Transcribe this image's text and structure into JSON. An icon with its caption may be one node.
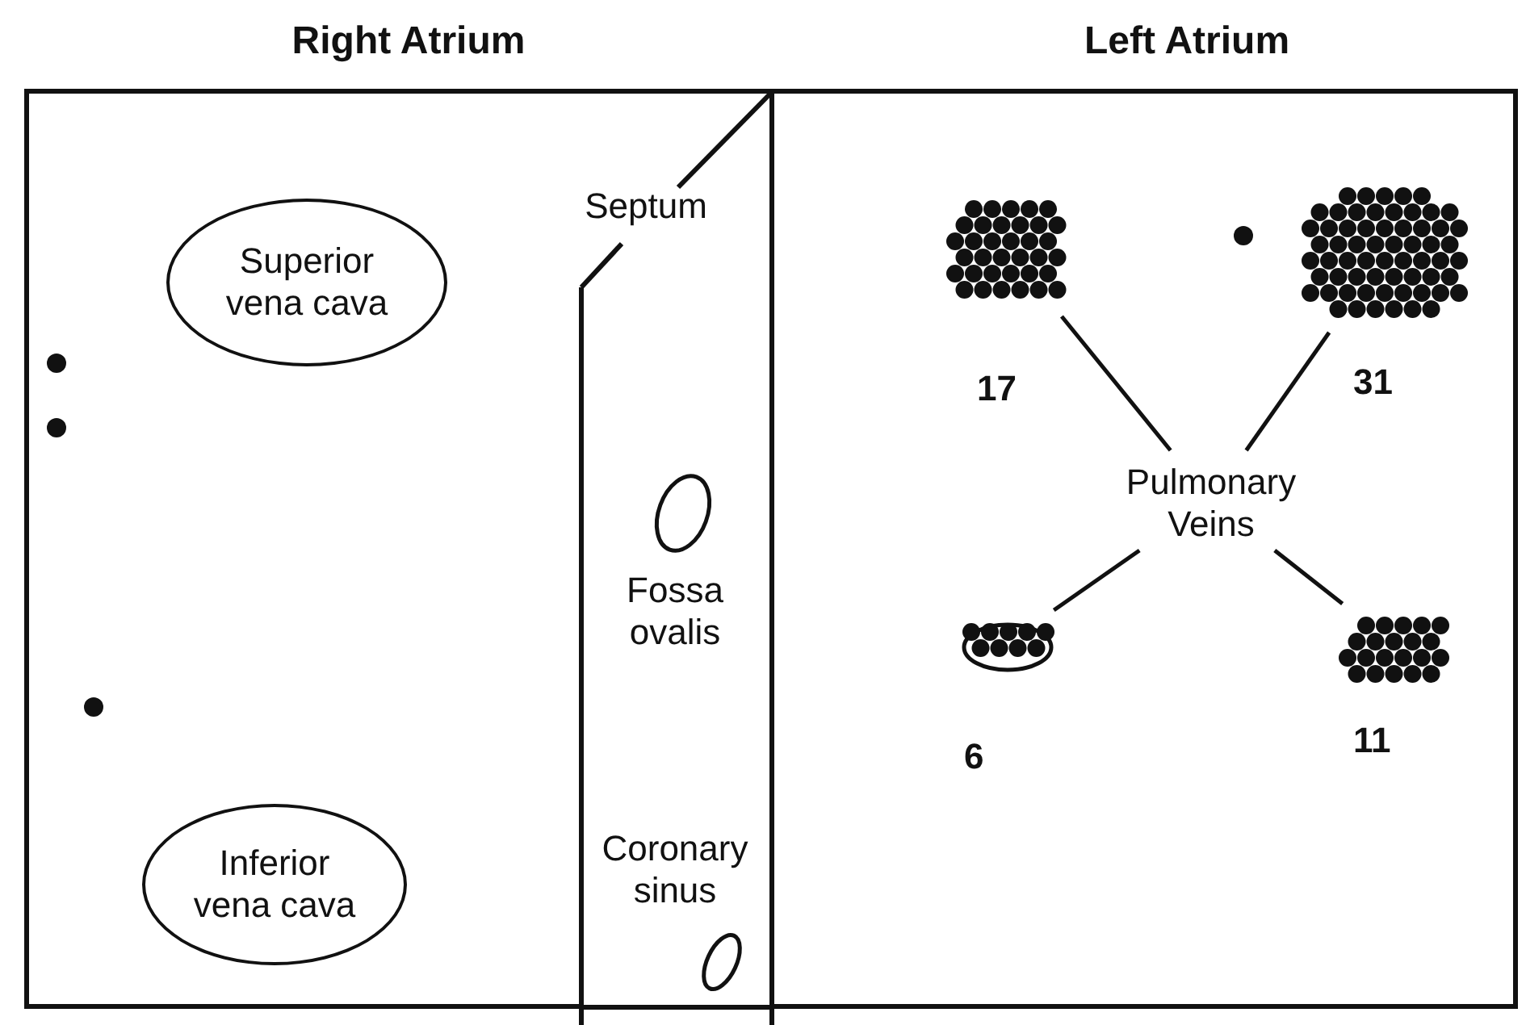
{
  "diagram": {
    "nodes": [
      {
        "text": [
          "Right Atrium"
        ]
      },
      {
        "text": [
          "Superior vena cava"
        ],
        "in": 0
      },
      {
        "text": [
          "Inferior vena cava"
        ],
        "in": 0
      },
      {
        "text": [
          "Septum"
        ]
      },
      {
        "text": [],
        "shape": "oval",
        "beside": [
          "Fossa ovalis"
        ],
        "in": 3
      },
      {
        "text": [],
        "shape": "oval",
        "beside": [
          "Coronary sinus"
        ],
        "in": 3
      },
      {
        "text": [
          "Left Atrium"
        ]
      },
      {
        "text": [
          "Pulmonary Veins"
        ],
        "in": 6
      },
      {
        "text": [],
        "shape": "cluster",
        "beside": [
          "17"
        ],
        "in": 6
      },
      {
        "text": [],
        "shape": "cluster",
        "beside": [
          "31"
        ],
        "in": 6
      },
      {
        "text": [],
        "shape": "cluster",
        "beside": [
          "6"
        ],
        "in": 6
      },
      {
        "text": [],
        "shape": "cluster",
        "beside": [
          "11"
        ],
        "in": 6
      },
      {
        "text": [],
        "shape": "dot",
        "in": 0
      },
      {
        "text": [],
        "shape": "dot",
        "in": 0
      },
      {
        "text": [],
        "shape": "dot",
        "in": 0
      },
      {
        "text": [],
        "shape": "dot",
        "in": 6
      }
    ],
    "edges": [
      {
        "from": 7,
        "to": 8,
        "arrow": "none"
      },
      {
        "from": 7,
        "to": 9,
        "arrow": "none"
      },
      {
        "from": 7,
        "to": 10,
        "arrow": "none"
      },
      {
        "from": 7,
        "to": 11,
        "arrow": "none"
      }
    ]
  }
}
